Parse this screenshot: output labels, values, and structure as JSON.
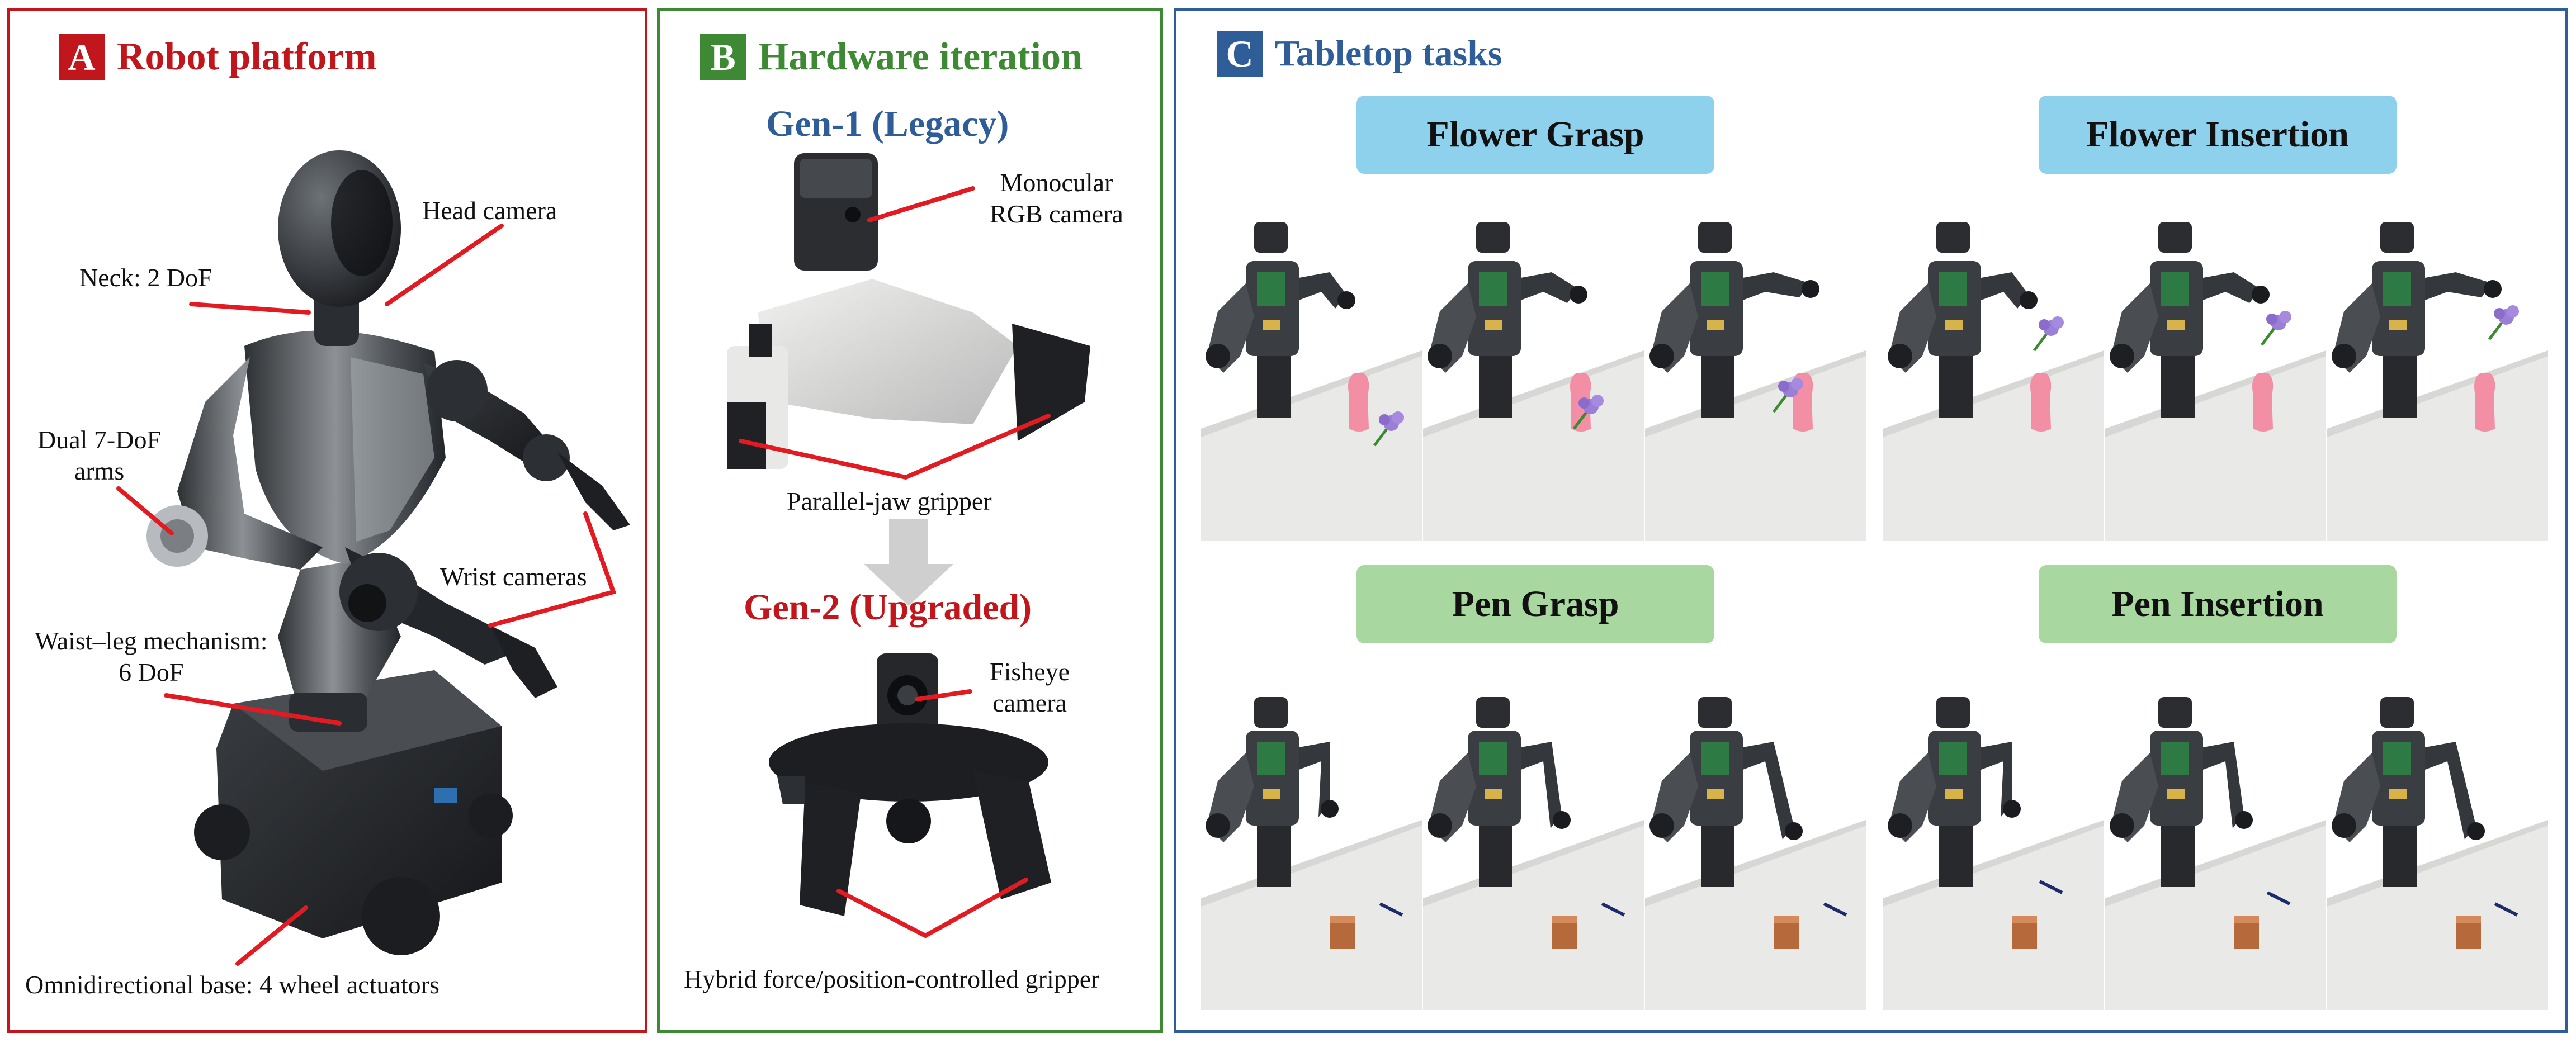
{
  "colors": {
    "panel_a": "#c0161c",
    "panel_b": "#3e8a34",
    "panel_c": "#2f5d97",
    "gen1": "#2f5d97",
    "gen2": "#c0161c",
    "pill_blue": "#8ed1ec",
    "pill_green": "#a9d7a0",
    "callout_line": "#e21b23"
  },
  "panel_a": {
    "letter": "A",
    "title": "Robot platform",
    "labels": {
      "head_camera": "Head camera",
      "neck": "Neck: 2 DoF",
      "arms_line1": "Dual 7-DoF",
      "arms_line2": "arms",
      "wrist_cameras": "Wrist cameras",
      "waist_line1": "Waist–leg mechanism:",
      "waist_line2": "6 DoF",
      "base": "Omnidirectional base: 4 wheel actuators"
    }
  },
  "panel_b": {
    "letter": "B",
    "title": "Hardware iteration",
    "gen1": {
      "title": "Gen-1 (Legacy)",
      "camera_line1": "Monocular",
      "camera_line2": "RGB camera",
      "gripper": "Parallel-jaw gripper"
    },
    "gen2": {
      "title": "Gen-2 (Upgraded)",
      "camera_line1": "Fisheye",
      "camera_line2": "camera",
      "gripper": "Hybrid force/position-controlled gripper"
    }
  },
  "panel_c": {
    "letter": "C",
    "title": "Tabletop tasks",
    "tasks": [
      {
        "label": "Flower Grasp"
      },
      {
        "label": "Flower Insertion"
      },
      {
        "label": "Pen Grasp"
      },
      {
        "label": "Pen Insertion"
      }
    ]
  }
}
